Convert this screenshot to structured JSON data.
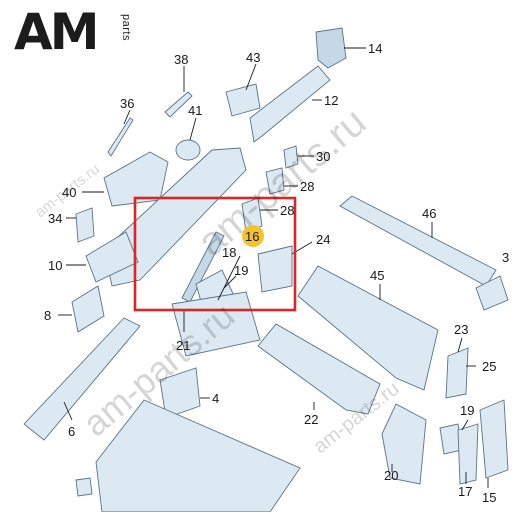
{
  "logo": {
    "brand": "AM",
    "suffix": "parts"
  },
  "watermark": {
    "text": "am-parts.ru"
  },
  "highlight": {
    "color": "#d9262b",
    "badge_color": "#f2c230",
    "badge_label": "16"
  },
  "callouts": {
    "c38": "38",
    "c43": "43",
    "c14": "14",
    "c36": "36",
    "c41": "41",
    "c12": "12",
    "c30": "30",
    "c40": "40",
    "c28a": "28",
    "c28b": "28",
    "c46": "46",
    "c34": "34",
    "c18": "18",
    "c24": "24",
    "c10": "10",
    "c19a": "19",
    "c45": "45",
    "c3": "3",
    "c8": "8",
    "c23": "23",
    "c21": "21",
    "c25": "25",
    "c4": "4",
    "c19b": "19",
    "c22": "22",
    "c6": "6",
    "c20": "20",
    "c17": "17",
    "c15": "15"
  }
}
